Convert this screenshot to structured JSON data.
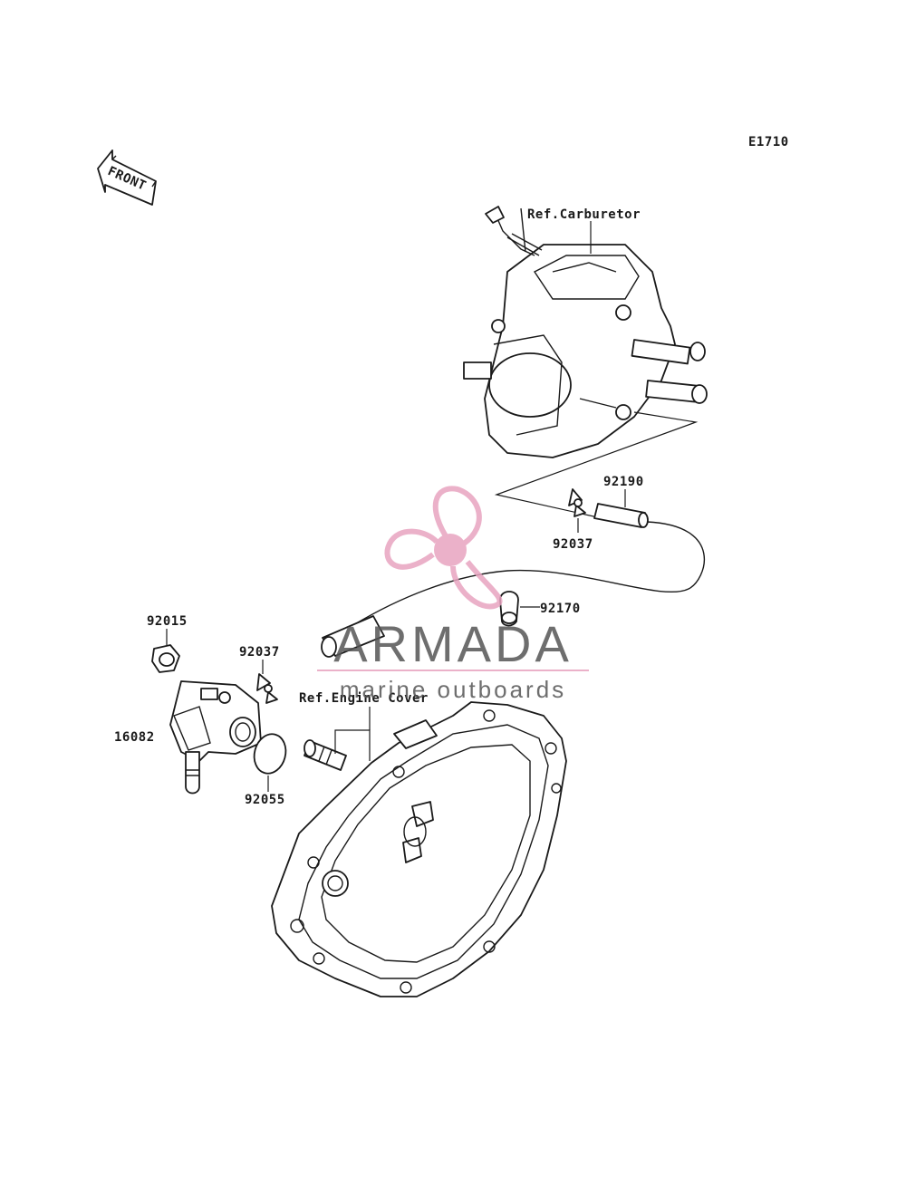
{
  "diagram": {
    "code": "E1710",
    "front_arrow": "FRONT",
    "ref_carburetor": "Ref.Carburetor",
    "ref_engine_cover": "Ref.Engine Cover",
    "parts": {
      "p92190": "92190",
      "p92037_upper": "92037",
      "p92170": "92170",
      "p92015": "92015",
      "p92037_lower": "92037",
      "p16082": "16082",
      "p92055": "92055"
    }
  },
  "watermark": {
    "brand": "ARMADA",
    "tagline": "marine outboards",
    "logo_icon": "propeller-icon",
    "logo_color": "#e8a4c0",
    "text_color": "#555555"
  }
}
